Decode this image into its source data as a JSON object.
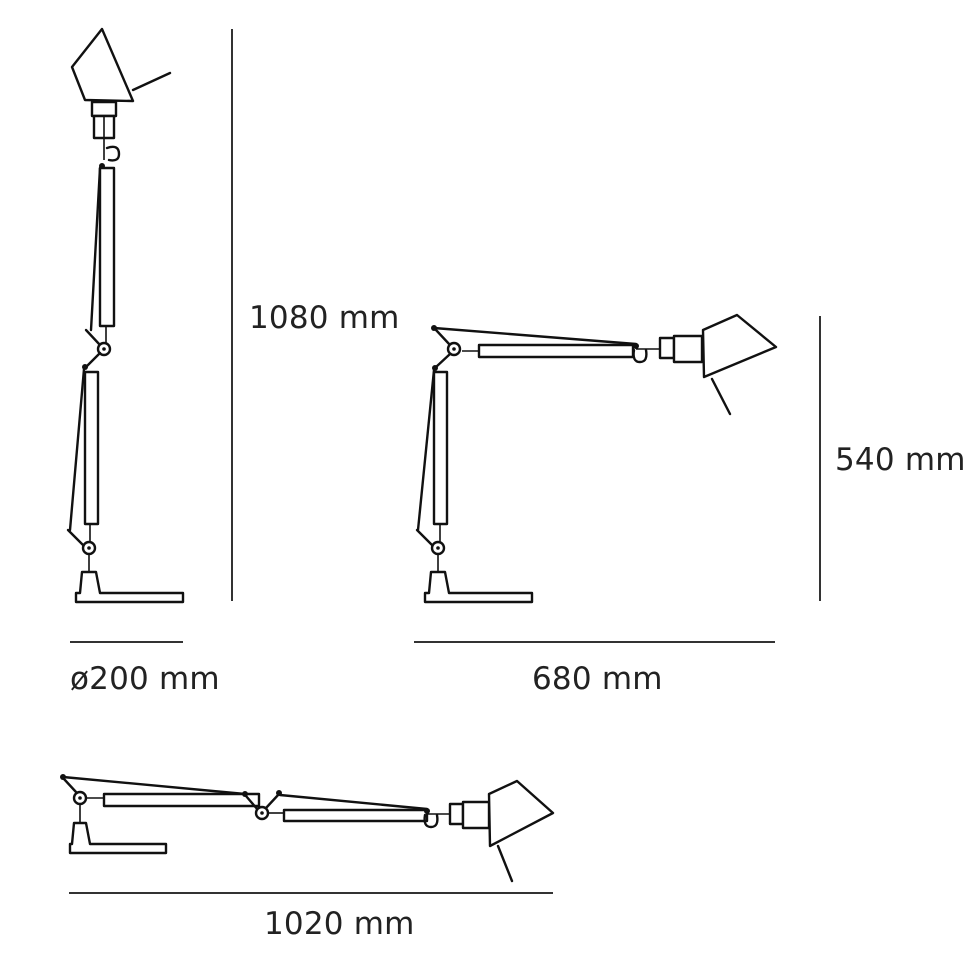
{
  "diagram": {
    "type": "dimension-drawing",
    "subject": "articulated desk lamp",
    "views": [
      {
        "name": "upright",
        "height_label": "1080 mm",
        "base_label": "ø200 mm"
      },
      {
        "name": "desk",
        "height_label": "540 mm",
        "width_label": "680 mm"
      },
      {
        "name": "extended",
        "width_label": "1020 mm"
      }
    ]
  },
  "labels": {
    "height_upright": "1080 mm",
    "base_diameter": "ø200 mm",
    "height_desk": "540 mm",
    "width_desk": "680 mm",
    "width_extended": "1020 mm"
  },
  "colors": {
    "line": "#111111",
    "text": "#222222",
    "background": "#ffffff"
  }
}
